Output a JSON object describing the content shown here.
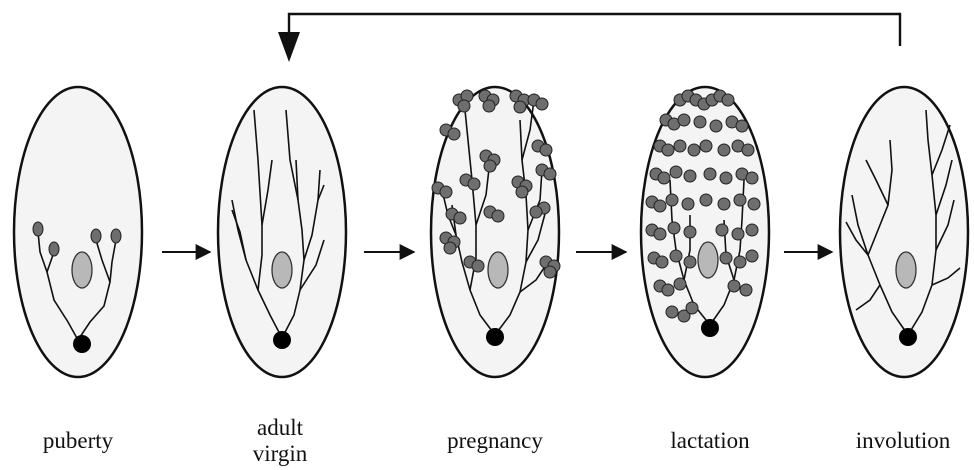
{
  "diagram": {
    "stages": [
      {
        "id": "puberty",
        "label_lines": [
          "puberty"
        ]
      },
      {
        "id": "adult-virgin",
        "label_lines": [
          "adult",
          "virgin"
        ]
      },
      {
        "id": "pregnancy",
        "label_lines": [
          "pregnancy"
        ]
      },
      {
        "id": "lactation",
        "label_lines": [
          "lactation"
        ]
      },
      {
        "id": "involution",
        "label_lines": [
          "involution"
        ]
      }
    ],
    "colors": {
      "outline": "#111111",
      "gland_fill": "#f4f4f4",
      "lymph_node": "#b8b8b8",
      "alveoli": "#6e6e6e",
      "nipple": "#000000"
    }
  }
}
